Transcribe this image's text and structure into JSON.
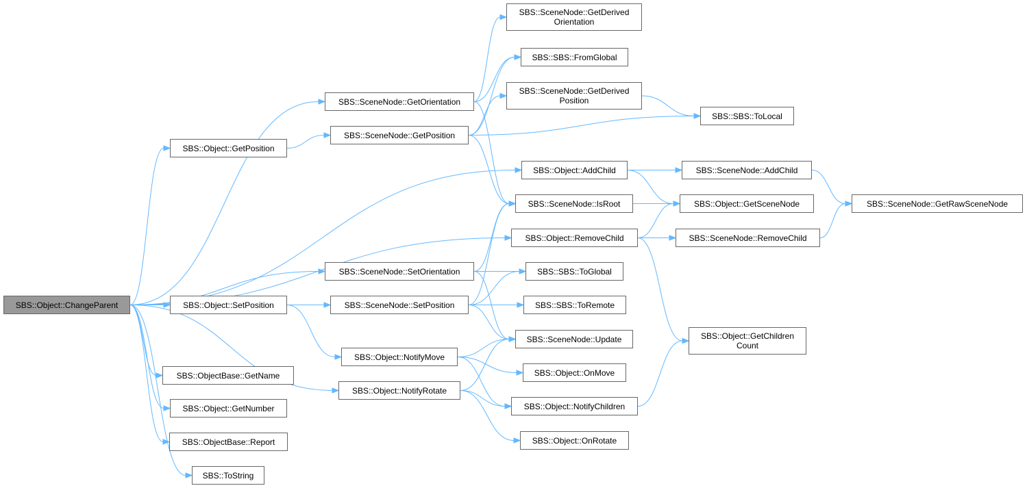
{
  "diagram": {
    "edge_color": "#63b8ff",
    "node_border_color": "#666666",
    "root_fill_color": "#999999",
    "nodes": {
      "changeparent": "SBS::Object::ChangeParent",
      "sn_getorientation": "SBS::SceneNode::GetOrientation",
      "ob_getposition": "SBS::Object::GetPosition",
      "sn_getposition": "SBS::SceneNode::GetPosition",
      "ob_addchild": "SBS::Object::AddChild",
      "ob_removechild": "SBS::Object::RemoveChild",
      "sn_setorientation": "SBS::SceneNode::SetOrientation",
      "ob_setposition": "SBS::Object::SetPosition",
      "obb_getname": "SBS::ObjectBase::GetName",
      "ob_getnumber": "SBS::Object::GetNumber",
      "obb_report": "SBS::ObjectBase::Report",
      "sbs_tostring": "SBS::ToString",
      "sn_getderivedorientation": "SBS::SceneNode::GetDerived\nOrientation",
      "sbs_fromglobal": "SBS::SBS::FromGlobal",
      "sn_getderivedposition": "SBS::SceneNode::GetDerived\nPosition",
      "sbs_tolocal": "SBS::SBS::ToLocal",
      "sn_isroot": "SBS::SceneNode::IsRoot",
      "sn_addchild": "SBS::SceneNode::AddChild",
      "ob_getscenenode": "SBS::Object::GetSceneNode",
      "sn_getrawscenenode": "SBS::SceneNode::GetRawSceneNode",
      "sn_removechild": "SBS::SceneNode::RemoveChild",
      "sbs_toglobal": "SBS::SBS::ToGlobal",
      "sn_setposition": "SBS::SceneNode::SetPosition",
      "sbs_toremote": "SBS::SBS::ToRemote",
      "sn_update": "SBS::SceneNode::Update",
      "ob_getchildrencount": "SBS::Object::GetChildren\nCount",
      "ob_notifymove": "SBS::Object::NotifyMove",
      "ob_onmove": "SBS::Object::OnMove",
      "ob_notifyrotate": "SBS::Object::NotifyRotate",
      "ob_notifychildren": "SBS::Object::NotifyChildren",
      "ob_onrotate": "SBS::Object::OnRotate"
    },
    "edges": [
      [
        "changeparent",
        "sn_getorientation"
      ],
      [
        "changeparent",
        "ob_getposition"
      ],
      [
        "changeparent",
        "ob_addchild"
      ],
      [
        "changeparent",
        "ob_removechild"
      ],
      [
        "changeparent",
        "sn_setorientation"
      ],
      [
        "changeparent",
        "ob_setposition"
      ],
      [
        "changeparent",
        "ob_notifyrotate"
      ],
      [
        "changeparent",
        "obb_getname"
      ],
      [
        "changeparent",
        "ob_getnumber"
      ],
      [
        "changeparent",
        "obb_report"
      ],
      [
        "changeparent",
        "sbs_tostring"
      ],
      [
        "sn_getorientation",
        "sn_getderivedorientation"
      ],
      [
        "sn_getorientation",
        "sbs_fromglobal"
      ],
      [
        "sn_getorientation",
        "sn_isroot"
      ],
      [
        "ob_getposition",
        "sn_getposition"
      ],
      [
        "sn_getposition",
        "sbs_fromglobal"
      ],
      [
        "sn_getposition",
        "sn_getderivedposition"
      ],
      [
        "sn_getposition",
        "sbs_tolocal"
      ],
      [
        "sn_getposition",
        "sn_isroot"
      ],
      [
        "sn_getderivedposition",
        "sbs_tolocal"
      ],
      [
        "ob_addchild",
        "sn_addchild"
      ],
      [
        "ob_addchild",
        "ob_getscenenode"
      ],
      [
        "sn_addchild",
        "sn_getrawscenenode"
      ],
      [
        "sn_isroot",
        "ob_getscenenode"
      ],
      [
        "ob_removechild",
        "ob_getscenenode"
      ],
      [
        "ob_removechild",
        "sn_removechild"
      ],
      [
        "ob_removechild",
        "ob_getchildrencount"
      ],
      [
        "sn_removechild",
        "sn_getrawscenenode"
      ],
      [
        "sn_setorientation",
        "sn_isroot"
      ],
      [
        "sn_setorientation",
        "sbs_toglobal"
      ],
      [
        "sn_setorientation",
        "sn_update"
      ],
      [
        "ob_setposition",
        "sn_setposition"
      ],
      [
        "ob_setposition",
        "ob_notifymove"
      ],
      [
        "sn_setposition",
        "sn_isroot"
      ],
      [
        "sn_setposition",
        "sbs_toglobal"
      ],
      [
        "sn_setposition",
        "sbs_toremote"
      ],
      [
        "sn_setposition",
        "sn_update"
      ],
      [
        "ob_notifymove",
        "sn_update"
      ],
      [
        "ob_notifymove",
        "ob_onmove"
      ],
      [
        "ob_notifymove",
        "ob_notifychildren"
      ],
      [
        "ob_notifyrotate",
        "sn_update"
      ],
      [
        "ob_notifyrotate",
        "ob_notifychildren"
      ],
      [
        "ob_notifyrotate",
        "ob_onrotate"
      ],
      [
        "ob_notifychildren",
        "ob_getchildrencount"
      ]
    ]
  }
}
